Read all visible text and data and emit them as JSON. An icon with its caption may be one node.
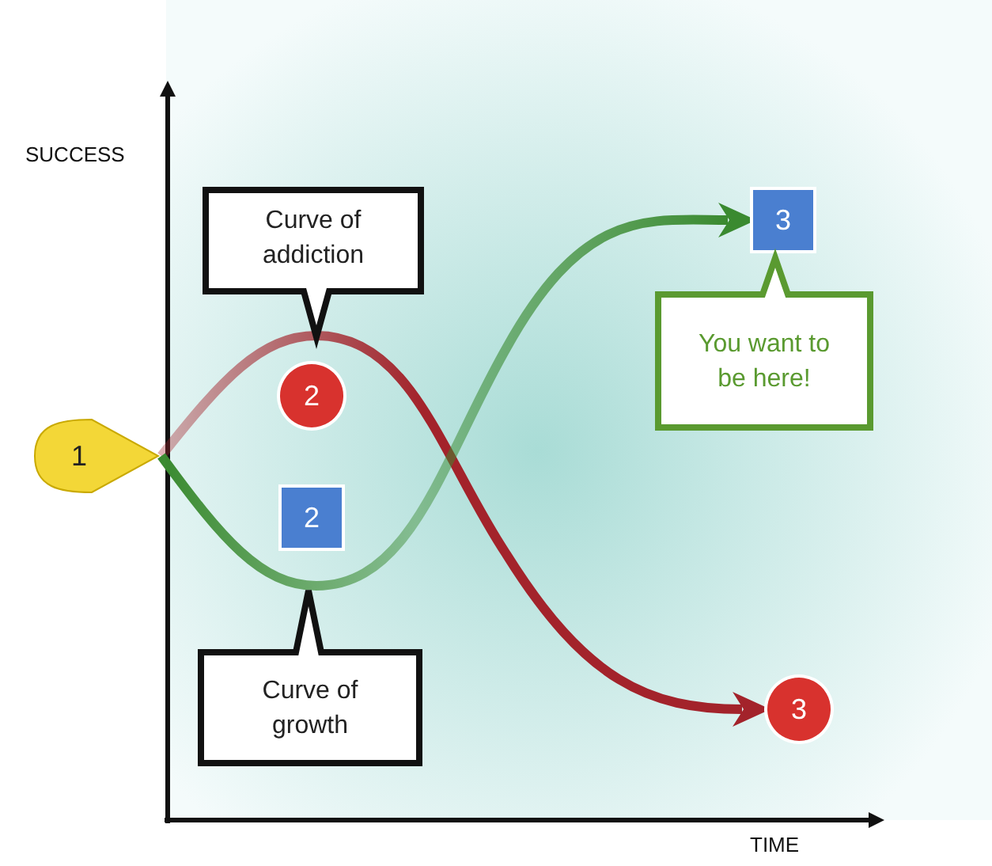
{
  "diagram": {
    "nodes": [
      {
        "text": [
          "1"
        ]
      },
      {
        "text": [
          "Curve of addiction"
        ]
      },
      {
        "text": [
          "2"
        ]
      },
      {
        "text": [
          "2"
        ]
      },
      {
        "text": [
          "Curve of growth"
        ]
      },
      {
        "text": [
          "3"
        ]
      },
      {
        "text": [
          "You want to be here!"
        ]
      },
      {
        "text": [
          "3"
        ]
      }
    ],
    "edges": [
      {
        "from": 0,
        "to": 7,
        "arrow": "to",
        "style": "thick",
        "color": "#a3232b"
      },
      {
        "from": 0,
        "to": 5,
        "arrow": "to",
        "style": "thick",
        "color": "#3a8a30"
      }
    ],
    "labels": [
      "SUCCESS",
      "TIME"
    ]
  }
}
